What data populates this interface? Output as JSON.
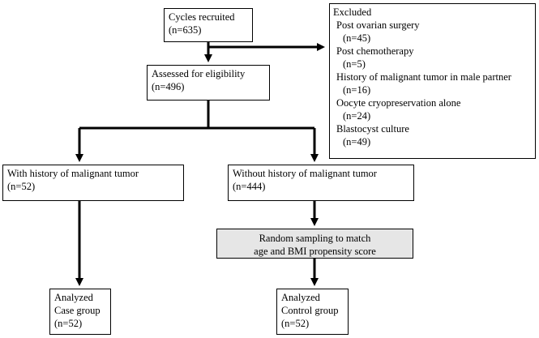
{
  "boxes": {
    "recruited": {
      "line1": "Cycles recruited",
      "line2": "(n=635)"
    },
    "assessed": {
      "line1": "Assessed for eligibility",
      "line2": "(n=496)"
    },
    "excluded": {
      "title": "Excluded",
      "items": [
        {
          "label": "Post ovarian surgery",
          "count": "(n=45)"
        },
        {
          "label": "Post chemotherapy",
          "count": "(n=5)"
        },
        {
          "label": "History of malignant tumor in male partner",
          "count": "(n=16)"
        },
        {
          "label": "Oocyte cryopreservation alone",
          "count": "(n=24)"
        },
        {
          "label": "Blastocyst culture",
          "count": "(n=49)"
        }
      ]
    },
    "with_history": {
      "line1": "With history of malignant tumor",
      "line2": "(n=52)"
    },
    "without_history": {
      "line1": "Without history of malignant tumor",
      "line2": "(n=444)"
    },
    "sampling": {
      "line1": "Random sampling to match",
      "line2": "age and BMI propensity score"
    },
    "case_group": {
      "line1": "Analyzed",
      "line2": "Case group",
      "line3": "(n=52)"
    },
    "control_group": {
      "line1": "Analyzed",
      "line2": "Control group",
      "line3": "(n=52)"
    }
  }
}
